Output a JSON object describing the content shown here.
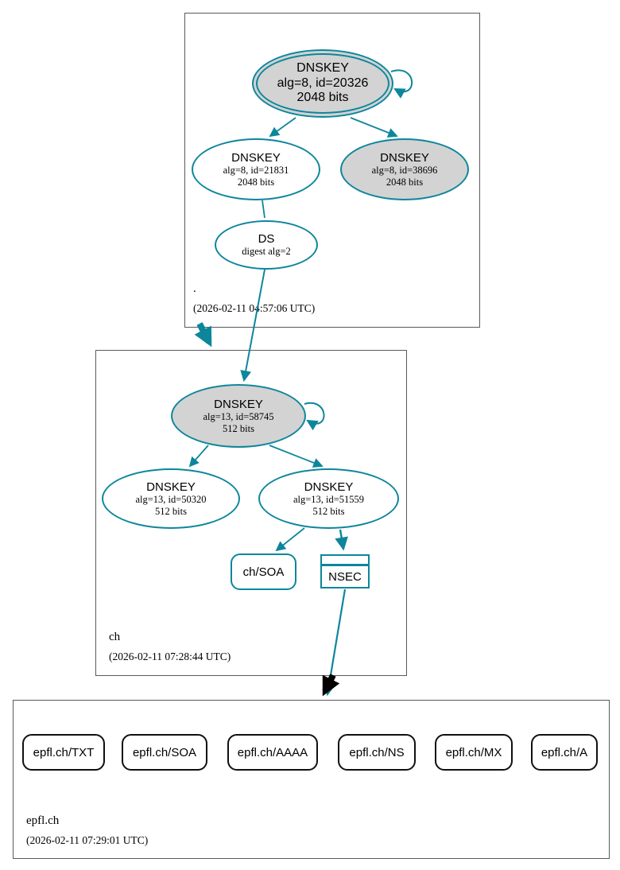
{
  "diagram_type": "dnssec-authentication-chain",
  "colors": {
    "secure_teal": "#0d869c",
    "key_fill_gray": "#d3d3d3",
    "node_fill_white": "#ffffff",
    "insecure_black": "#000000",
    "zone_box_border": "#5a5a5a"
  },
  "root_zone": {
    "name": ".",
    "timestamp": "(2026-02-11 04:57:06 UTC)",
    "dnskey_20326": {
      "title": "DNSKEY",
      "detail": "alg=8, id=20326",
      "bits": "2048 bits"
    },
    "dnskey_21831": {
      "title": "DNSKEY",
      "detail": "alg=8, id=21831",
      "bits": "2048 bits"
    },
    "dnskey_38696": {
      "title": "DNSKEY",
      "detail": "alg=8, id=38696",
      "bits": "2048 bits"
    },
    "ds": {
      "title": "DS",
      "detail": "digest alg=2"
    }
  },
  "ch_zone": {
    "name": "ch",
    "timestamp": "(2026-02-11 07:28:44 UTC)",
    "dnskey_58745": {
      "title": "DNSKEY",
      "detail": "alg=13, id=58745",
      "bits": "512 bits"
    },
    "dnskey_50320": {
      "title": "DNSKEY",
      "detail": "alg=13, id=50320",
      "bits": "512 bits"
    },
    "dnskey_51559": {
      "title": "DNSKEY",
      "detail": "alg=13, id=51559",
      "bits": "512 bits"
    },
    "soa": {
      "label": "ch/SOA"
    },
    "nsec": {
      "label": "NSEC"
    }
  },
  "epfl_zone": {
    "name": "epfl.ch",
    "timestamp": "(2026-02-11 07:29:01 UTC)",
    "rrsets": [
      {
        "label": "epfl.ch/TXT"
      },
      {
        "label": "epfl.ch/SOA"
      },
      {
        "label": "epfl.ch/AAAA"
      },
      {
        "label": "epfl.ch/NS"
      },
      {
        "label": "epfl.ch/MX"
      },
      {
        "label": "epfl.ch/A"
      }
    ]
  }
}
